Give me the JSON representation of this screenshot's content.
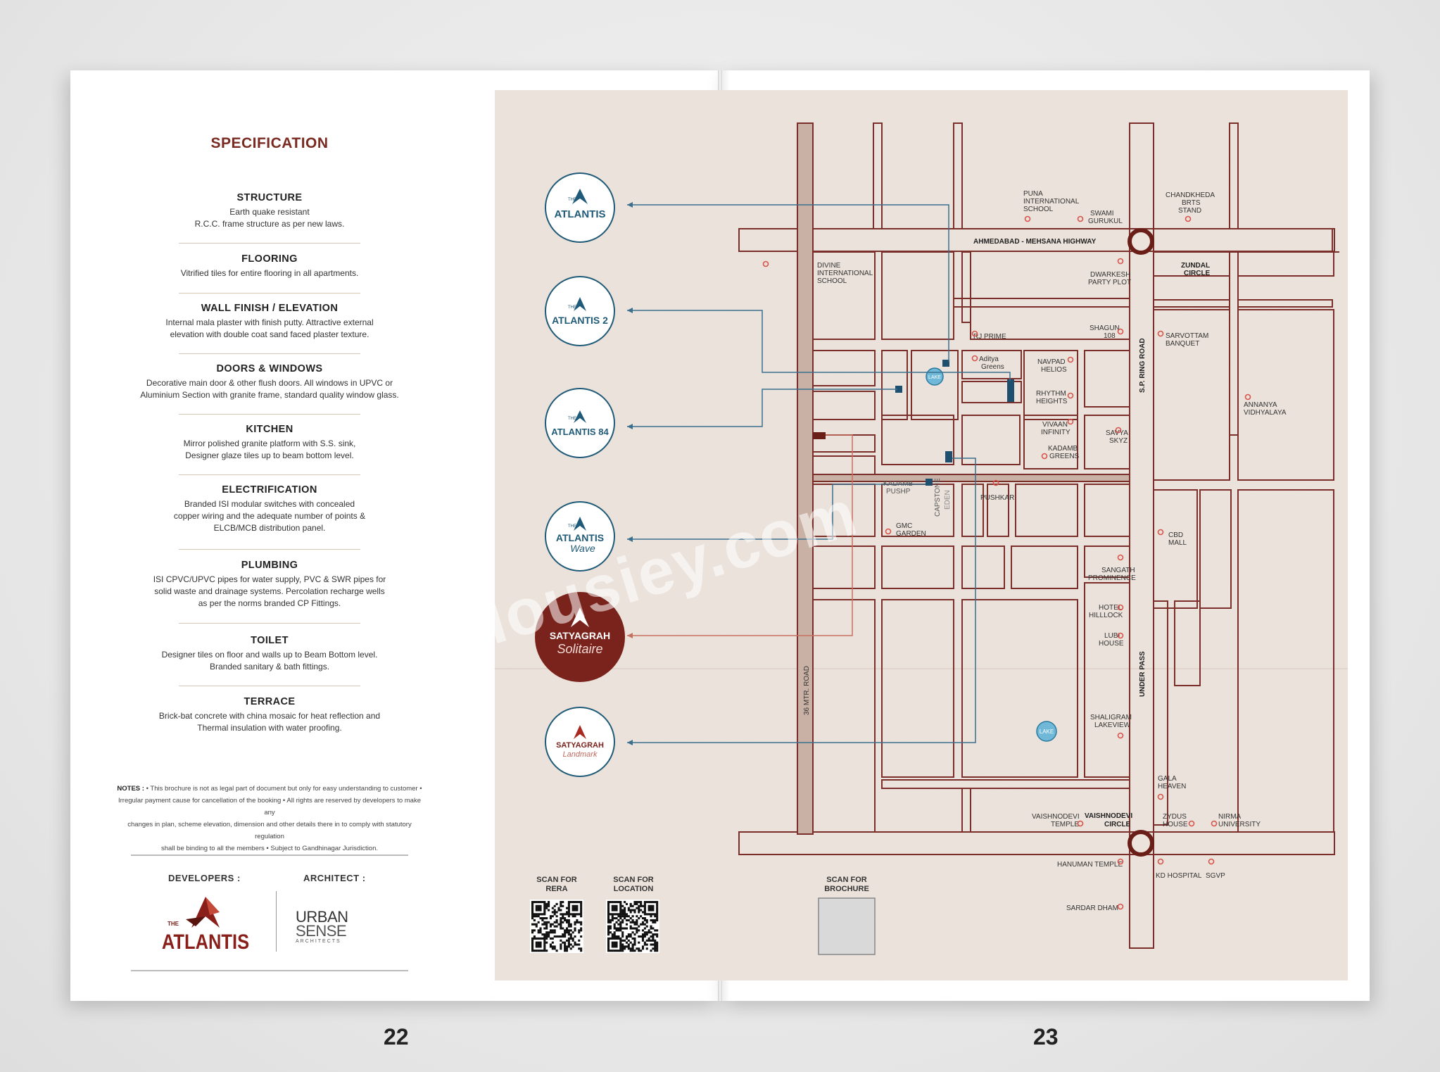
{
  "page_numbers": {
    "left": "22",
    "right": "23"
  },
  "specification": {
    "title": "SPECIFICATION",
    "items": [
      {
        "heading": "STRUCTURE",
        "lines": [
          "Earth quake resistant",
          "R.C.C. frame structure as per new laws."
        ]
      },
      {
        "heading": "FLOORING",
        "lines": [
          "Vitrified tiles for entire flooring in all apartments."
        ]
      },
      {
        "heading": "WALL FINISH / ELEVATION",
        "lines": [
          "Internal mala plaster with finish putty. Attractive external",
          "elevation with double coat sand faced plaster texture."
        ]
      },
      {
        "heading": "DOORS & WINDOWS",
        "lines": [
          "Decorative main door & other flush doors. All windows in UPVC or",
          "Aluminium Section with granite frame, standard quality window glass."
        ]
      },
      {
        "heading": "KITCHEN",
        "lines": [
          "Mirror polished granite platform with S.S. sink,",
          "Designer glaze tiles up to beam bottom level."
        ]
      },
      {
        "heading": "ELECTRIFICATION",
        "lines": [
          "Branded ISI modular switches with concealed",
          "copper wiring and the adequate number of points &",
          "ELCB/MCB distribution panel."
        ]
      },
      {
        "heading": "PLUMBING",
        "lines": [
          "ISI CPVC/UPVC pipes for water supply, PVC & SWR pipes for",
          "solid waste and drainage systems. Percolation recharge wells",
          "as per the norms branded CP Fittings."
        ]
      },
      {
        "heading": "TOILET",
        "lines": [
          "Designer tiles on floor and walls up to Beam Bottom level.",
          "Branded sanitary & bath fittings."
        ]
      },
      {
        "heading": "TERRACE",
        "lines": [
          "Brick-bat concrete with china mosaic for heat reflection and",
          "Thermal insulation with water proofing."
        ]
      }
    ]
  },
  "notes": {
    "label": "NOTES :",
    "lines": [
      "• This brochure is not as legal part of document but only for easy understanding to customer •",
      "Irregular payment cause for cancellation of the booking • All rights are reserved by developers to make any",
      "changes in plan, scheme elevation, dimension and other details there in to comply with statutory regulation",
      "shall be binding to all the members • Subject to Gandhinagar Jurisdiction."
    ]
  },
  "credits": {
    "developers_label": "DEVELOPERS :",
    "architect_label": "ARCHITECT :",
    "developer_logo": {
      "the": "THE",
      "word": "ATLANTIS"
    },
    "architect_logo": {
      "line1": "URBAN",
      "line2": "SENSE",
      "line3": "ARCHITECTS"
    }
  },
  "project_logos": [
    {
      "the": "THE",
      "name": "ATLANTIS",
      "sub": ""
    },
    {
      "the": "THE",
      "name": "ATLANTIS 2",
      "sub": ""
    },
    {
      "the": "THE",
      "name": "ATLANTIS 84",
      "sub": ""
    },
    {
      "the": "THE",
      "name": "ATLANTIS",
      "sub": "Wave"
    },
    {
      "the": "",
      "name": "SATYAGRAH",
      "sub": "Solitaire"
    },
    {
      "the": "",
      "name": "SATYAGRAH",
      "sub": "Landmark"
    }
  ],
  "qr": {
    "rera_label": [
      "SCAN FOR",
      "RERA"
    ],
    "location_label": [
      "SCAN FOR",
      "LOCATION"
    ],
    "brochure_label": [
      "SCAN FOR",
      "BROCHURE"
    ]
  },
  "map": {
    "roads": {
      "highway": "AHMEDABAD - MEHSANA HIGHWAY",
      "ring_road": "S.P. RING ROAD",
      "mtr_road": "36 MTR. ROAD",
      "under_pass": "UNDER PASS"
    },
    "circles": {
      "zundal": [
        "ZUNDAL",
        "CIRCLE"
      ],
      "vaishnodevi": [
        "VAISHNODEVI",
        "CIRCLE"
      ]
    },
    "lake_label": "LAKE",
    "landmarks": {
      "puna": [
        "PUNA",
        "INTERNATIONAL",
        "SCHOOL"
      ],
      "swami": [
        "SWAMI",
        "GURUKUL"
      ],
      "chandkheda": [
        "CHANDKHEDA",
        "BRTS",
        "STAND"
      ],
      "divine": [
        "DIVINE",
        "INTERNATIONAL",
        "SCHOOL"
      ],
      "dwarkesh": [
        "DWARKESH",
        "PARTY PLOT"
      ],
      "rj_prime": [
        "RJ PRIME"
      ],
      "shagun": [
        "SHAGUN",
        "108"
      ],
      "sarvottam": [
        "SARVOTTAM",
        "BANQUET"
      ],
      "aditya": [
        "Aditya",
        "Greens"
      ],
      "navpad": [
        "NAVPAD",
        "HELIOS"
      ],
      "rhythm": [
        "RHYTHM",
        "HEIGHTS"
      ],
      "annanya": [
        "ANNANYA",
        "VIDHYALAYA"
      ],
      "vivaan": [
        "VIVAAN",
        "INFINITY"
      ],
      "kadamb_greens": [
        "KADAMB",
        "GREENS"
      ],
      "savya": [
        "SAVYA",
        "SKYZ"
      ],
      "kadamb_pushp": [
        "KADAMB",
        "PUSHP"
      ],
      "capstone": [
        "CAPSTONE",
        "EDEN"
      ],
      "pushkar": [
        "PUSHKAR"
      ],
      "gmc": [
        "GMC",
        "GARDEN"
      ],
      "cbd": [
        "CBD",
        "MALL"
      ],
      "sangath": [
        "SANGATH",
        "PROMINENCE"
      ],
      "hotel": [
        "HOTEL",
        "HILLLOCK"
      ],
      "lubi": [
        "LUBI",
        "HOUSE"
      ],
      "shaligram": [
        "SHALIGRAM",
        "LAKEVIEW"
      ],
      "gala": [
        "GALA",
        "HEAVEN"
      ],
      "vaishnodevi_temple": [
        "VAISHNODEVI",
        "TEMPLE"
      ],
      "zydus": [
        "ZYDUS",
        "HOUSE"
      ],
      "nirma": [
        "NIRMA",
        "UNIVERSITY"
      ],
      "hanuman": [
        "HANUMAN TEMPLE"
      ],
      "kd": [
        "KD HOSPITAL"
      ],
      "sgvp": [
        "SGVP"
      ],
      "sardar": [
        "SARDAR DHAM"
      ]
    }
  },
  "watermark": "Housiey.com",
  "colors": {
    "maroon": "#7a2a20",
    "road": "#7a2f2a",
    "map_bg": "#ede4dd",
    "teal": "#1f5a78",
    "pin": "#d8544a"
  }
}
